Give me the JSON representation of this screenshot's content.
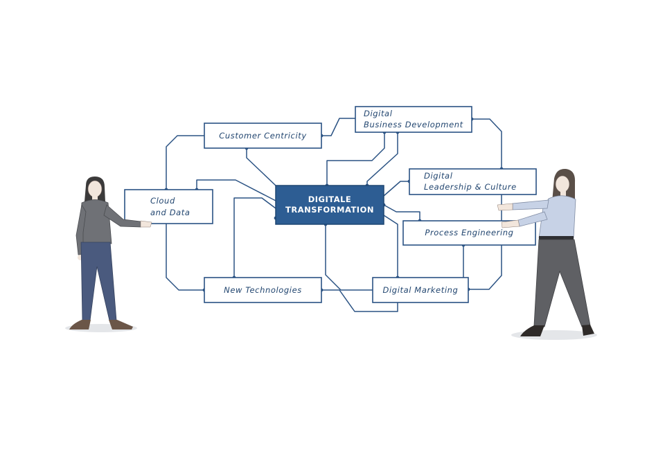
{
  "diagram": {
    "hub": {
      "line1": "DIGITALE",
      "line2": "TRANSFORMATION"
    },
    "nodes": {
      "customer_centricity": {
        "line1": "Customer Centricity"
      },
      "business_development": {
        "line1": "Digital",
        "line2": "Business Development"
      },
      "leadership_culture": {
        "line1": "Digital",
        "line2": "Leadership & Culture"
      },
      "cloud_data": {
        "line1": "Cloud",
        "line2": "and Data"
      },
      "process_engineering": {
        "line1": "Process Engineering"
      },
      "new_technologies": {
        "line1": "New Technologies"
      },
      "digital_marketing": {
        "line1": "Digital Marketing"
      }
    }
  },
  "colors": {
    "accent": "#2d5d93",
    "line": "#2a5283",
    "text": "#21456f"
  }
}
